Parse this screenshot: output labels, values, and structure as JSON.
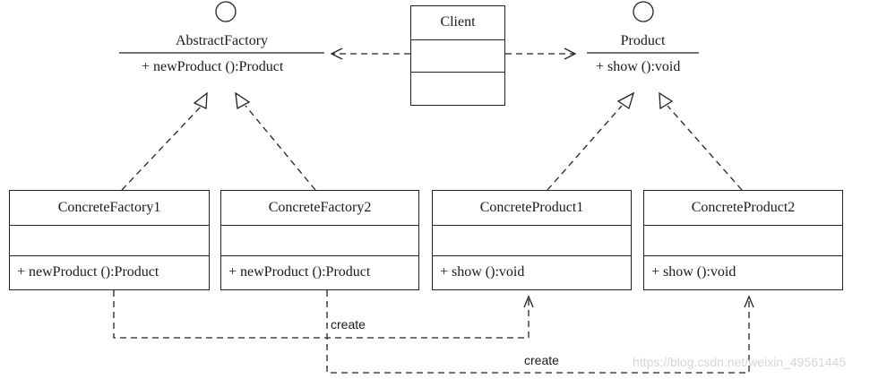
{
  "interfaces": {
    "abstract_factory": {
      "name": "AbstractFactory",
      "operation": "+ newProduct ():Product"
    },
    "product": {
      "name": "Product",
      "operation": "+ show ():void"
    }
  },
  "client": {
    "name": "Client"
  },
  "classes": [
    {
      "name": "ConcreteFactory1",
      "operation": "+ newProduct ():Product"
    },
    {
      "name": "ConcreteFactory2",
      "operation": "+ newProduct ():Product"
    },
    {
      "name": "ConcreteProduct1",
      "operation": "+ show ():void"
    },
    {
      "name": "ConcreteProduct2",
      "operation": "+ show ():void"
    }
  ],
  "relations": {
    "create_label_1": "create",
    "create_label_2": "create"
  },
  "watermark": "https://blog.csdn.net/weixin_49561445",
  "colors": {
    "line": "#222222",
    "background": "#ffffff",
    "watermark": "#d6d6d6"
  }
}
